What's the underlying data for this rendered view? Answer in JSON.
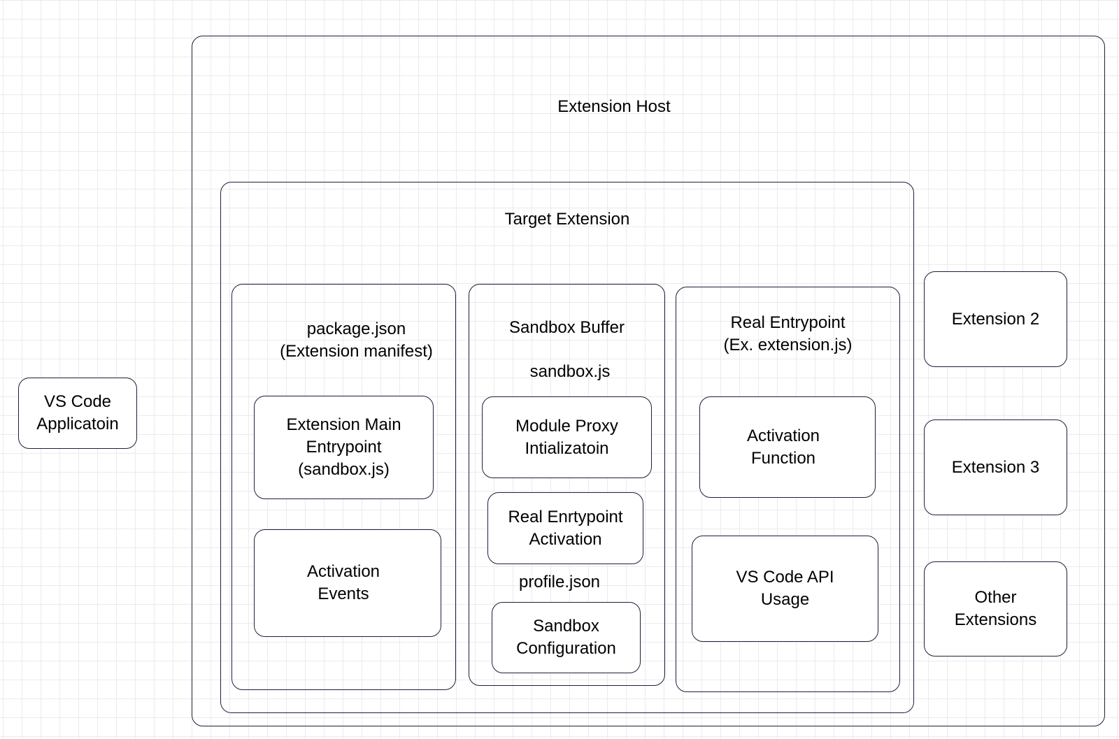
{
  "diagram": {
    "vscode_app": "VS Code\nApplicatoin",
    "extension_host": "Extension Host",
    "target_extension": "Target Extension",
    "package_json": {
      "title": "package.json\n(Extension manifest)",
      "main_entrypoint": "Extension Main\nEntrypoint\n(sandbox.js)",
      "activation_events": "Activation\nEvents"
    },
    "sandbox_buffer": {
      "title": "Sandbox Buffer",
      "file": "sandbox.js",
      "module_proxy": "Module Proxy\nIntializatoin",
      "real_entrypoint_activation": "Real Enrtypoint\nActivation",
      "profile_file": "profile.json",
      "sandbox_configuration": "Sandbox\nConfiguration"
    },
    "real_entrypoint": {
      "title": "Real Entrypoint\n(Ex. extension.js)",
      "activation_function": "Activation\nFunction",
      "api_usage": "VS Code API\nUsage"
    },
    "extension_2": "Extension 2",
    "extension_3": "Extension 3",
    "other_extensions": "Other\nExtensions"
  }
}
